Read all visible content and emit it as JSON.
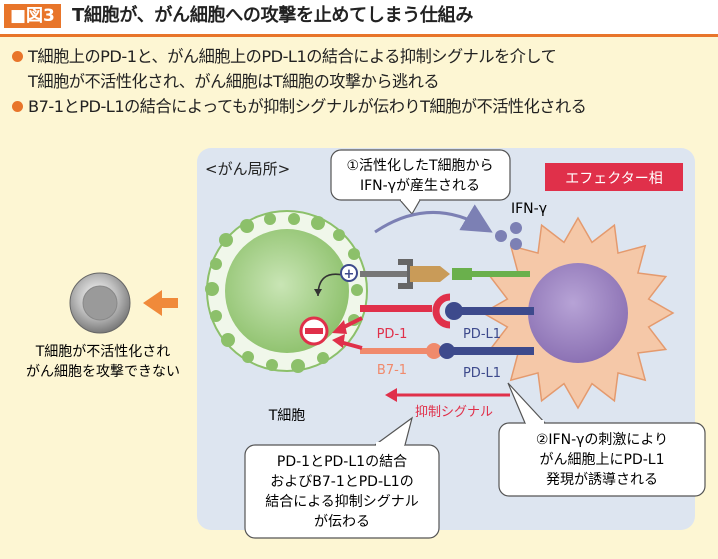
{
  "header": {
    "fig_label": "■図3",
    "title": "T細胞が、がん細胞への攻撃を止めてしまう仕組み"
  },
  "bullets": [
    {
      "line1": "T細胞上のPD-1と、がん細胞上のPD-L1の結合による抑制シグナルを介して",
      "line2": "T細胞が不活性化され、がん細胞はT細胞の攻撃から逃れる"
    },
    {
      "line1": "B7-1とPD-L1の結合によってもが抑制シグナルが伝わりT細胞が不活性化される",
      "line2": ""
    }
  ],
  "diagram": {
    "region_label": "<がん局所>",
    "effector_phase": "エフェクター相",
    "t_cell_label": "T細胞",
    "ifn_label": "IFN-γ",
    "pd1_label": "PD-1",
    "b71_label": "B7-1",
    "pdl1_label_1": "PD-L1",
    "pdl1_label_2": "PD-L1",
    "inhibitory_signal": "抑制シグナル",
    "inactive_lines": [
      "T細胞が不活性化され",
      "がん細胞を攻撃できない"
    ],
    "callout1_lines": [
      "①活性化したT細胞から",
      "IFN-γが産生される"
    ],
    "callout2_lines": [
      "②IFN-γの刺激により",
      "がん細胞上にPD-L1",
      "発現が誘導される"
    ],
    "callout3_lines": [
      "PD-1とPD-L1の結合",
      "およびB7-1とPD-L1の",
      "結合による抑制シグナル",
      "が伝わる"
    ],
    "plus_symbol": "+",
    "colors": {
      "orange": "#e8752a",
      "red": "#e0304a",
      "navy": "#3d4a8c",
      "green": "#6ab04c",
      "t_cell": "#a8d08d",
      "cancer": "#f5c8a8",
      "nucleus": "#9c83c0",
      "panel": "#dde5f0"
    }
  }
}
